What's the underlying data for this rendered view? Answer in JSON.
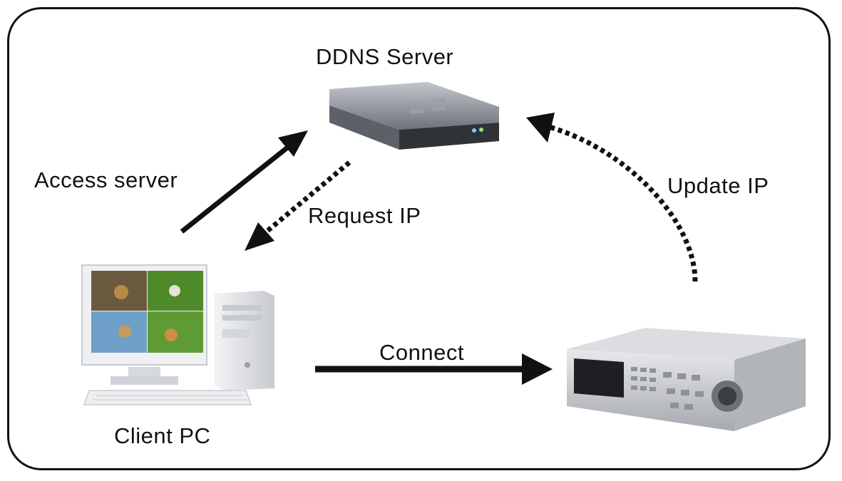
{
  "diagram": {
    "nodes": {
      "ddns_server": {
        "label": "DDNS Server"
      },
      "client_pc": {
        "label": "Client PC"
      },
      "dvr": {
        "label": ""
      }
    },
    "edges": [
      {
        "from": "client_pc",
        "to": "ddns_server",
        "label": "Access server",
        "style": "solid"
      },
      {
        "from": "ddns_server",
        "to": "client_pc",
        "label": "Request IP",
        "style": "dotted"
      },
      {
        "from": "dvr",
        "to": "ddns_server",
        "label": "Update IP",
        "style": "dotted"
      },
      {
        "from": "client_pc",
        "to": "dvr",
        "label": "Connect",
        "style": "solid"
      }
    ]
  },
  "colors": {
    "arrow": "#111111",
    "server_body": "#4a4f57",
    "dvr_body": "#c9cbcf",
    "pc_body": "#e9ebee"
  }
}
